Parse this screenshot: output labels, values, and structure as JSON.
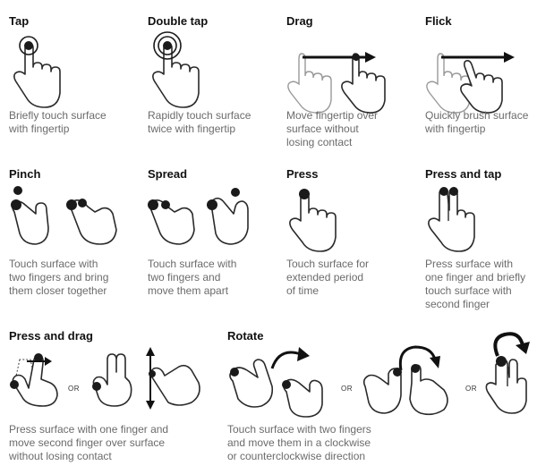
{
  "gestures": [
    {
      "title": "Tap",
      "lines": [
        "Briefly touch surface",
        "with fingertip"
      ]
    },
    {
      "title": "Double tap",
      "lines": [
        "Rapidly touch surface",
        "twice with fingertip"
      ]
    },
    {
      "title": "Drag",
      "lines": [
        "Move fingertip over",
        "surface without",
        "losing contact"
      ]
    },
    {
      "title": "Flick",
      "lines": [
        "Quickly brush surface",
        "with fingertip"
      ]
    },
    {
      "title": "Pinch",
      "lines": [
        "Touch surface with",
        "two fingers and bring",
        "them closer together"
      ]
    },
    {
      "title": "Spread",
      "lines": [
        "Touch surface with",
        "two fingers and",
        "move them apart"
      ]
    },
    {
      "title": "Press",
      "lines": [
        "Touch surface for",
        "extended period",
        "of time"
      ]
    },
    {
      "title": "Press and tap",
      "lines": [
        "Press surface with",
        "one finger and briefly",
        "touch surface with",
        "second finger"
      ]
    },
    {
      "title": "Press and drag",
      "lines": [
        "Press surface with one finger and",
        "move second finger over surface",
        "without losing contact"
      ]
    },
    {
      "title": "Rotate",
      "lines": [
        "Touch surface with two fingers",
        "and move them in a clockwise",
        "or counterclockwise direction"
      ]
    }
  ],
  "or_label": "OR"
}
